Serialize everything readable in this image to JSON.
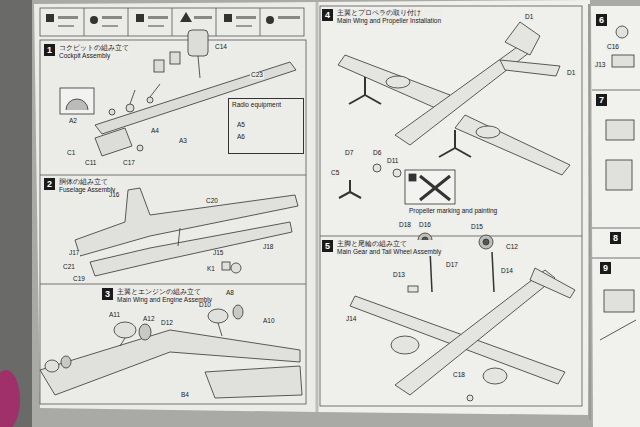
{
  "diagram": {
    "nodes": [
      {
        "text": [
          "1",
          "コクピットの組み立て",
          "Cockpit Assembly"
        ]
      },
      {
        "text": [
          "Radio equipment"
        ]
      },
      {
        "text": [
          "2",
          "胴体の組み立て",
          "Fuselage Assembly"
        ]
      },
      {
        "text": [
          "3",
          "主翼とエンジンの組み立て",
          "Main Wing and Engine Assembly"
        ]
      },
      {
        "text": [
          "4",
          "主翼とプロペラの取り付け",
          "Main Wing and Propeller Installation"
        ]
      },
      {
        "text": [
          "5",
          "主脚と尾輪の組み立て",
          "Main Gear and Tail Wheel Assembly"
        ]
      },
      {
        "text": [
          "6"
        ]
      },
      {
        "text": [
          "7"
        ]
      },
      {
        "text": [
          "8"
        ]
      },
      {
        "text": [
          "9"
        ]
      }
    ],
    "labels": [
      "C14",
      "C23",
      "A5",
      "A6",
      "A4",
      "A3",
      "A2",
      "C1",
      "C11",
      "C17",
      "J16",
      "C20",
      "J18",
      "J17",
      "C19",
      "C21",
      "J15",
      "K1",
      "A11",
      "A12",
      "D10",
      "A8",
      "A10",
      "D12",
      "B4",
      "D1",
      "D1",
      "D6",
      "D7",
      "D11",
      "C5",
      "D18",
      "D16",
      "D15",
      "C12",
      "D13",
      "D17",
      "D14",
      "J14",
      "C18",
      "C16",
      "J13",
      "Propeller marking and painting"
    ]
  }
}
